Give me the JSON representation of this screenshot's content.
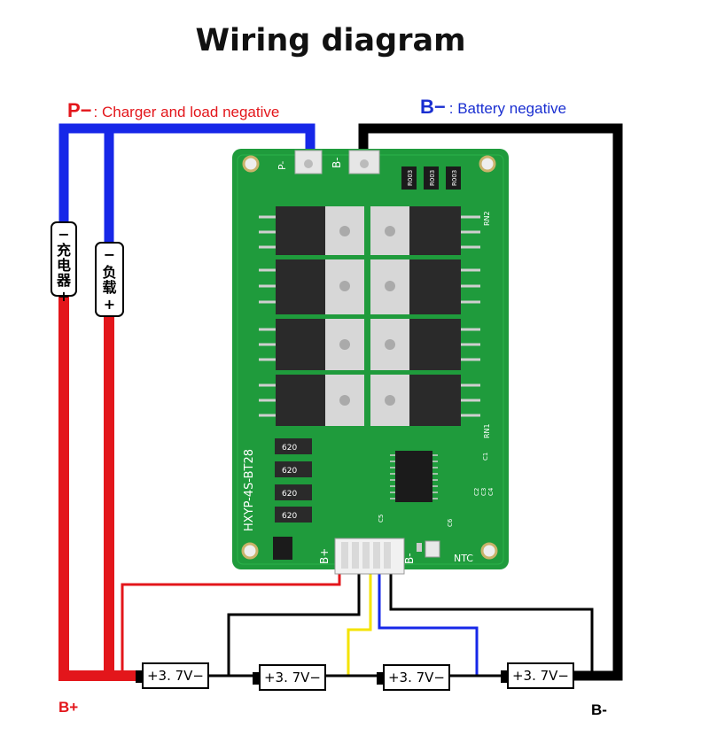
{
  "title": "Wiring diagram",
  "labels": {
    "p_minus_symbol": "P−",
    "p_minus_text": ": Charger and load negative",
    "b_minus_symbol": "B−",
    "b_minus_text": ": Battery negative",
    "b_plus_terminal": "B+",
    "b_minus_terminal": "B-"
  },
  "tags": {
    "charger": {
      "top": "−",
      "text": "充电器",
      "bottom": "+"
    },
    "load": {
      "top": "−",
      "text": "负载",
      "bottom": "+"
    }
  },
  "cells": [
    "+3. 7V−",
    "+3. 7V−",
    "+3. 7V−",
    "+3. 7V−"
  ],
  "board": {
    "model": "HXYP-4S-BT28",
    "pad_p": "P-",
    "pad_b": "B-",
    "conn_bplus": "B+",
    "conn_bminus": "B-",
    "ntc": "NTC",
    "resistors": [
      "R003",
      "R003",
      "R003"
    ],
    "cap_labels": [
      "620",
      "620",
      "620",
      "620"
    ],
    "net_labels": [
      "RN1",
      "RN2",
      "C1",
      "C2",
      "C3",
      "C4",
      "C5",
      "C6"
    ]
  },
  "colors": {
    "red_wire": "#e3161b",
    "blue_wire": "#1627e8",
    "black_wire": "#000000",
    "yellow_wire": "#f4e300",
    "pcb": "#1f9b3c"
  }
}
